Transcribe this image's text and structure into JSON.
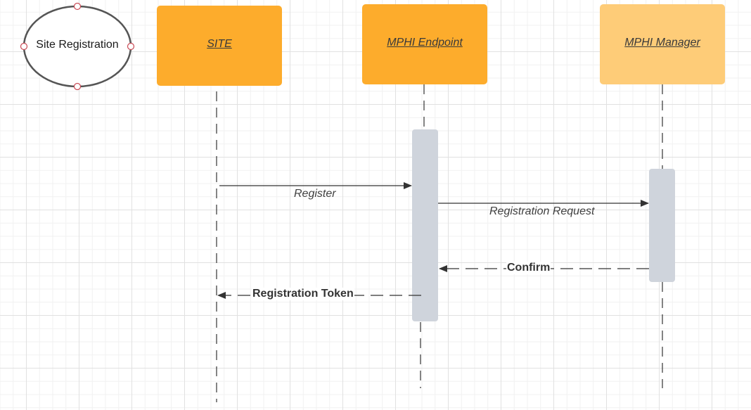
{
  "diagram": {
    "title_shape_label": "Site Registration",
    "actors": [
      {
        "id": "site",
        "label": "SITE",
        "color": "#fdac2c"
      },
      {
        "id": "endpoint",
        "label": "MPHI Endpoint",
        "color": "#fdac2c"
      },
      {
        "id": "manager",
        "label": "MPHI Manager",
        "color": "#fecc78"
      }
    ],
    "messages": [
      {
        "label": "Register",
        "from": "SITE",
        "to": "MPHI Endpoint",
        "style": "solid"
      },
      {
        "label": "Registration Request",
        "from": "MPHI Endpoint",
        "to": "MPHI Manager",
        "style": "solid"
      },
      {
        "label": "Confirm",
        "from": "MPHI Manager",
        "to": "MPHI Endpoint",
        "style": "dashed"
      },
      {
        "label": "Registration Token",
        "from": "MPHI Endpoint",
        "to": "SITE",
        "style": "dashed"
      }
    ],
    "colors": {
      "activation_bar": "#cfd4dc",
      "grid_line": "#e1e1e1",
      "connection_point": "#c94a55",
      "line": "#333333"
    }
  }
}
